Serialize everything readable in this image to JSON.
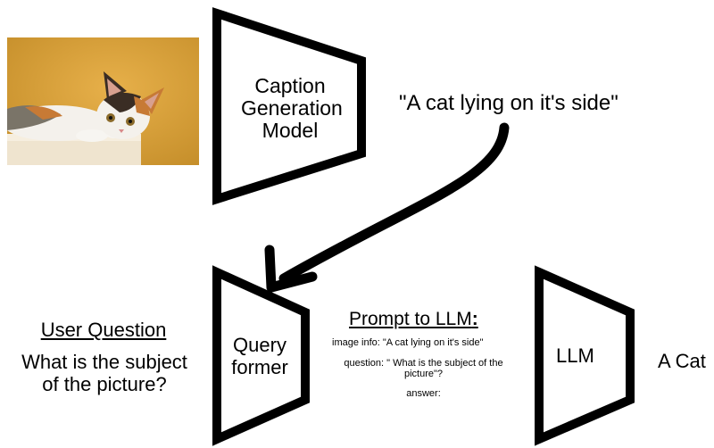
{
  "caption_model": {
    "line1": "Caption",
    "line2": "Generation",
    "line3": "Model"
  },
  "generated_caption": "\"A cat lying on it's side\"",
  "query_former": {
    "line1": "Query",
    "line2": "former"
  },
  "user_question": {
    "heading": "User Question",
    "line1": "What is the subject",
    "line2": "of the picture?"
  },
  "prompt": {
    "heading": "Prompt to LLM",
    "heading_suffix": ":",
    "image_info": "image info: \"A cat lying on it's side\"",
    "question_line1": "question: \" What is the subject of the",
    "question_line2": "picture\"?",
    "answer": "answer:"
  },
  "llm": {
    "label": "LLM"
  },
  "output": "A Cat",
  "colors": {
    "ink": "#000000",
    "photo_background": "#d9a33a",
    "cat_white": "#f4f1ec",
    "cat_orange": "#c77a35",
    "cat_dark": "#3a2d24",
    "ledge": "#efe4cf"
  }
}
